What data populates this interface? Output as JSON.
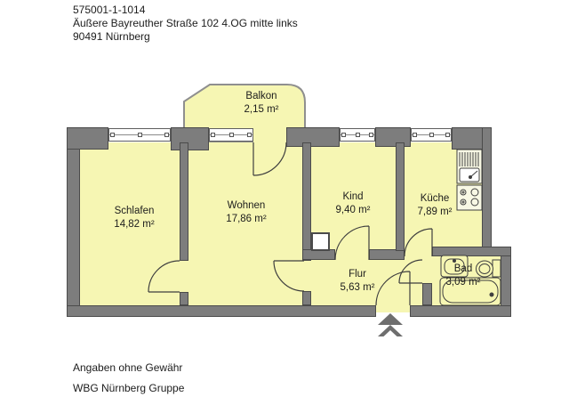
{
  "header": {
    "property_id": "575001-1-1014",
    "address": "Äußere Bayreuther Straße 102 4.OG mitte links",
    "city": "90491 Nürnberg"
  },
  "rooms": [
    {
      "name": "Balkon",
      "area": "2,15 m²"
    },
    {
      "name": "Schlafen",
      "area": "14,82 m²"
    },
    {
      "name": "Wohnen",
      "area": "17,86 m²"
    },
    {
      "name": "Kind",
      "area": "9,40 m²"
    },
    {
      "name": "Küche",
      "area": "7,89 m²"
    },
    {
      "name": "Flur",
      "area": "5,63 m²"
    },
    {
      "name": "Bad",
      "area": "3,09 m²"
    }
  ],
  "footer": {
    "disclaimer": "Angaben ohne Gewähr",
    "company": "WBG Nürnberg Gruppe"
  },
  "icons": {
    "entrance_arrow": "double-chevron-up-entrance-marker",
    "kitchen": [
      "sink-with-drainer",
      "stove-4-burners"
    ],
    "bathroom": [
      "washbasin",
      "toilet",
      "bathtub"
    ]
  },
  "colors": {
    "room_fill": "#f6f6b3",
    "wall_fill": "#7d7d7d",
    "wall_outline": "#4b4b4b",
    "line": "#3f3f3f"
  }
}
